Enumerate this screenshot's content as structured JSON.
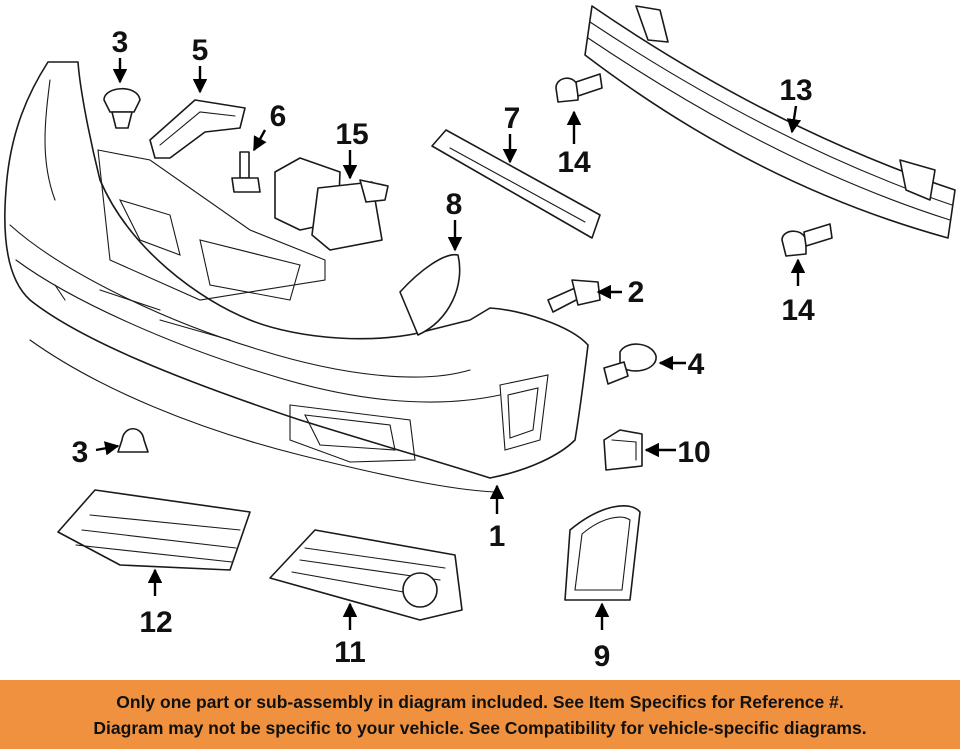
{
  "callouts": {
    "c1": "1",
    "c2": "2",
    "c3a": "3",
    "c3b": "3",
    "c4": "4",
    "c5": "5",
    "c6": "6",
    "c7": "7",
    "c8": "8",
    "c9": "9",
    "c10": "10",
    "c11": "11",
    "c12": "12",
    "c13": "13",
    "c14a": "14",
    "c14b": "14",
    "c15": "15"
  },
  "footer": {
    "line1": "Only one part or sub-assembly in diagram included. See Item Specifics for Reference #.",
    "line2": "Diagram may not be specific to your vehicle. See Compatibility for vehicle-specific diagrams."
  },
  "colors": {
    "footer_background": "#f0913f",
    "line_art": "#1a1a1a"
  }
}
